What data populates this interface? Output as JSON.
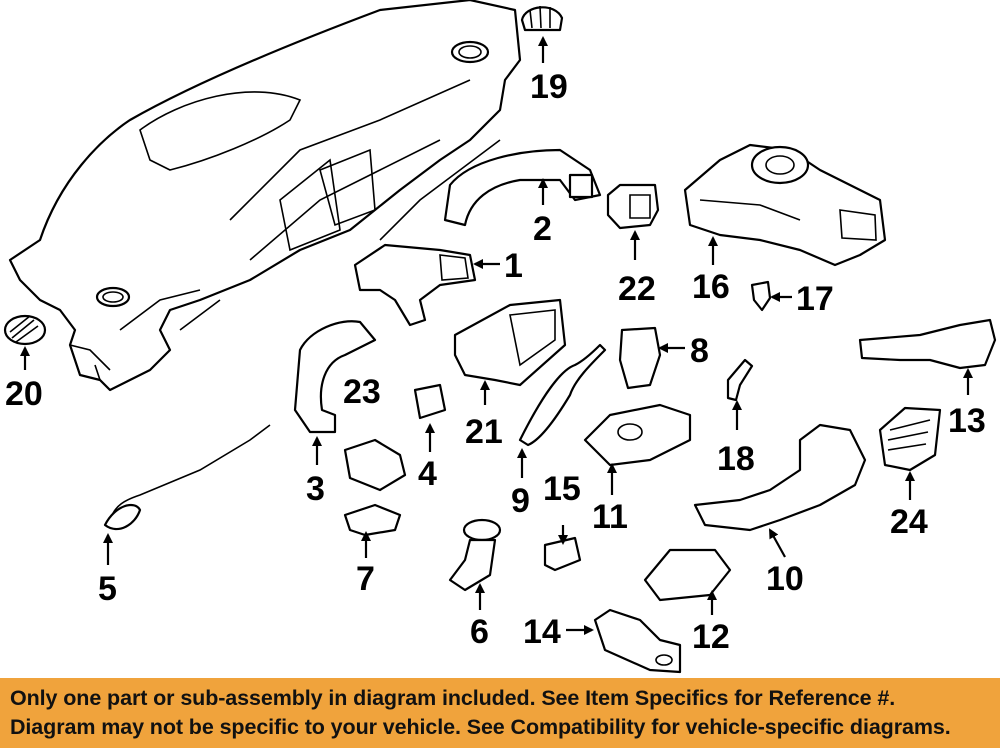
{
  "callouts": [
    "1",
    "2",
    "3",
    "4",
    "5",
    "6",
    "7",
    "8",
    "9",
    "10",
    "11",
    "12",
    "13",
    "14",
    "15",
    "16",
    "17",
    "18",
    "19",
    "20",
    "21",
    "22",
    "23",
    "24"
  ],
  "notice": {
    "line1": "Only one part or sub-assembly in diagram included. See Item Specifics for Reference #.",
    "line2": "Diagram may not be specific to your vehicle. See Compatibility for vehicle-specific diagrams."
  },
  "colors": {
    "banner": "#f0a33c",
    "ink": "#000000",
    "background": "#ffffff"
  }
}
